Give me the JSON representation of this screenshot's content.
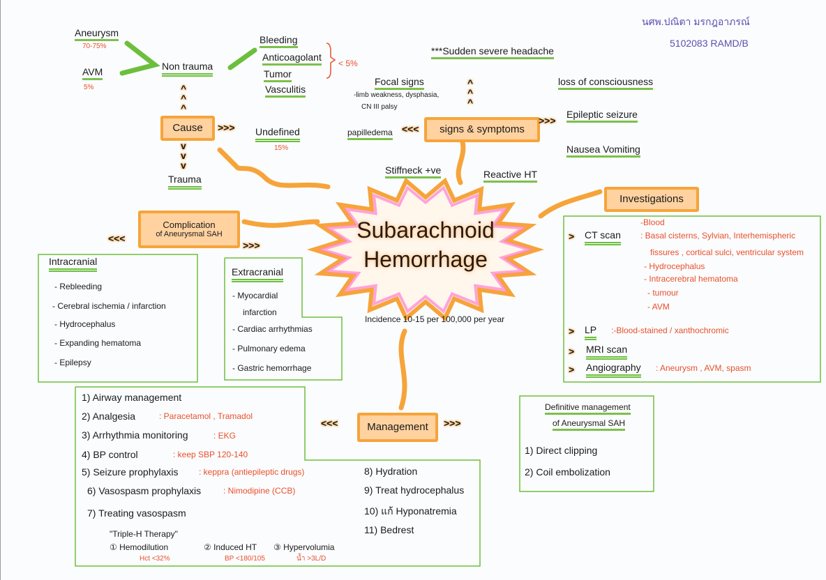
{
  "author": {
    "name": "นศพ.ปณิตา มรกฎอาภรณ์",
    "id": "5102083 RAMD/B"
  },
  "center": {
    "title_line1": "Subarachnoid",
    "title_line2": "Hemorrhage",
    "incidence": "Incidence 10-15 per 100,000 per year"
  },
  "cause": {
    "label": "Cause",
    "non_trauma": "Non trauma",
    "aneurysm": "Aneurysm",
    "aneurysm_pct": "70-75%",
    "avm": "AVM",
    "avm_pct": "5%",
    "other": [
      "Bleeding",
      "Anticoagolant",
      "Tumor",
      "Vasculitis"
    ],
    "other_pct": "< 5%",
    "undefined": "Undefined",
    "undefined_pct": "15%",
    "trauma": "Trauma"
  },
  "signs": {
    "label": "signs & symptoms",
    "headache": "***Sudden severe headache",
    "focal": "Focal signs",
    "focal_detail1": "-limb weakness, dysphasia,",
    "focal_detail2": "CN III palsy",
    "papilledema": "papilledema",
    "stiffneck": "Stiffneck +ve",
    "reactive_ht": "Reactive HT",
    "loc": "loss of consciousness",
    "seizure": "Epileptic seizure",
    "nausea": "Nausea Vomiting"
  },
  "investigations": {
    "label": "Investigations",
    "ct": "CT scan",
    "ct_detail": [
      "-Blood",
      ": Basal cisterns, Sylvian, Interhemispheric",
      "fissures , cortical sulci, ventricular system",
      "- Hydrocephalus",
      "- Intracerebral hematoma",
      "- tumour",
      "- AVM"
    ],
    "lp": "LP",
    "lp_detail": ":-Blood-stained / xanthochromic",
    "mri": "MRI scan",
    "angio": "Angiography",
    "angio_detail": ": Aneurysm , AVM, spasm"
  },
  "complication": {
    "label_line1": "Complication",
    "label_line2": "of Aneurysmal SAH",
    "intracranial": "Intracranial",
    "intracranial_items": [
      "- Rebleeding",
      "- Cerebral ischemia / infarction",
      "- Hydrocephalus",
      "- Expanding hematoma",
      "- Epilepsy"
    ],
    "extracranial": "Extracranial",
    "extracranial_items": [
      "- Myocardial",
      "infarction",
      "- Cardiac arrhythmias",
      "- Pulmonary edema",
      "- Gastric hemorrhage"
    ]
  },
  "management": {
    "label": "Management",
    "items": [
      {
        "t": "1) Airway management",
        "d": ""
      },
      {
        "t": "2) Analgesia",
        "d": ": Paracetamol , Tramadol"
      },
      {
        "t": "3) Arrhythmia monitoring",
        "d": ": EKG"
      },
      {
        "t": "4) BP control",
        "d": ": keep SBP 120-140"
      },
      {
        "t": "5) Seizure prophylaxis",
        "d": ": keppra (antiepileptic drugs)"
      },
      {
        "t": "6) Vasospasm prophylaxis",
        "d": ": Nimodipine (CCB)"
      },
      {
        "t": "7) Treating vasospasm",
        "d": ""
      }
    ],
    "triple_h": "\"Triple-H Therapy\"",
    "h1": "① Hemodilution",
    "h1_d": "Hct <32%",
    "h2": "② Induced HT",
    "h2_d": "BP <180/105",
    "h3": "③ Hypervolumia",
    "h3_d": "น้ำ >3L/D",
    "right_items": [
      "8) Hydration",
      "9) Treat hydrocephalus",
      "10) แก้ Hyponatremia",
      "11) Bedrest"
    ]
  },
  "definitive": {
    "title_line1": "Definitive management",
    "title_line2": "of Aneurysmal SAH",
    "items": [
      "1) Direct clipping",
      "2) Coil embolization"
    ]
  },
  "arrows": {
    "left": "<<<",
    "right": ">>>",
    "up": "^",
    "down": "v",
    "chevron": ">"
  }
}
